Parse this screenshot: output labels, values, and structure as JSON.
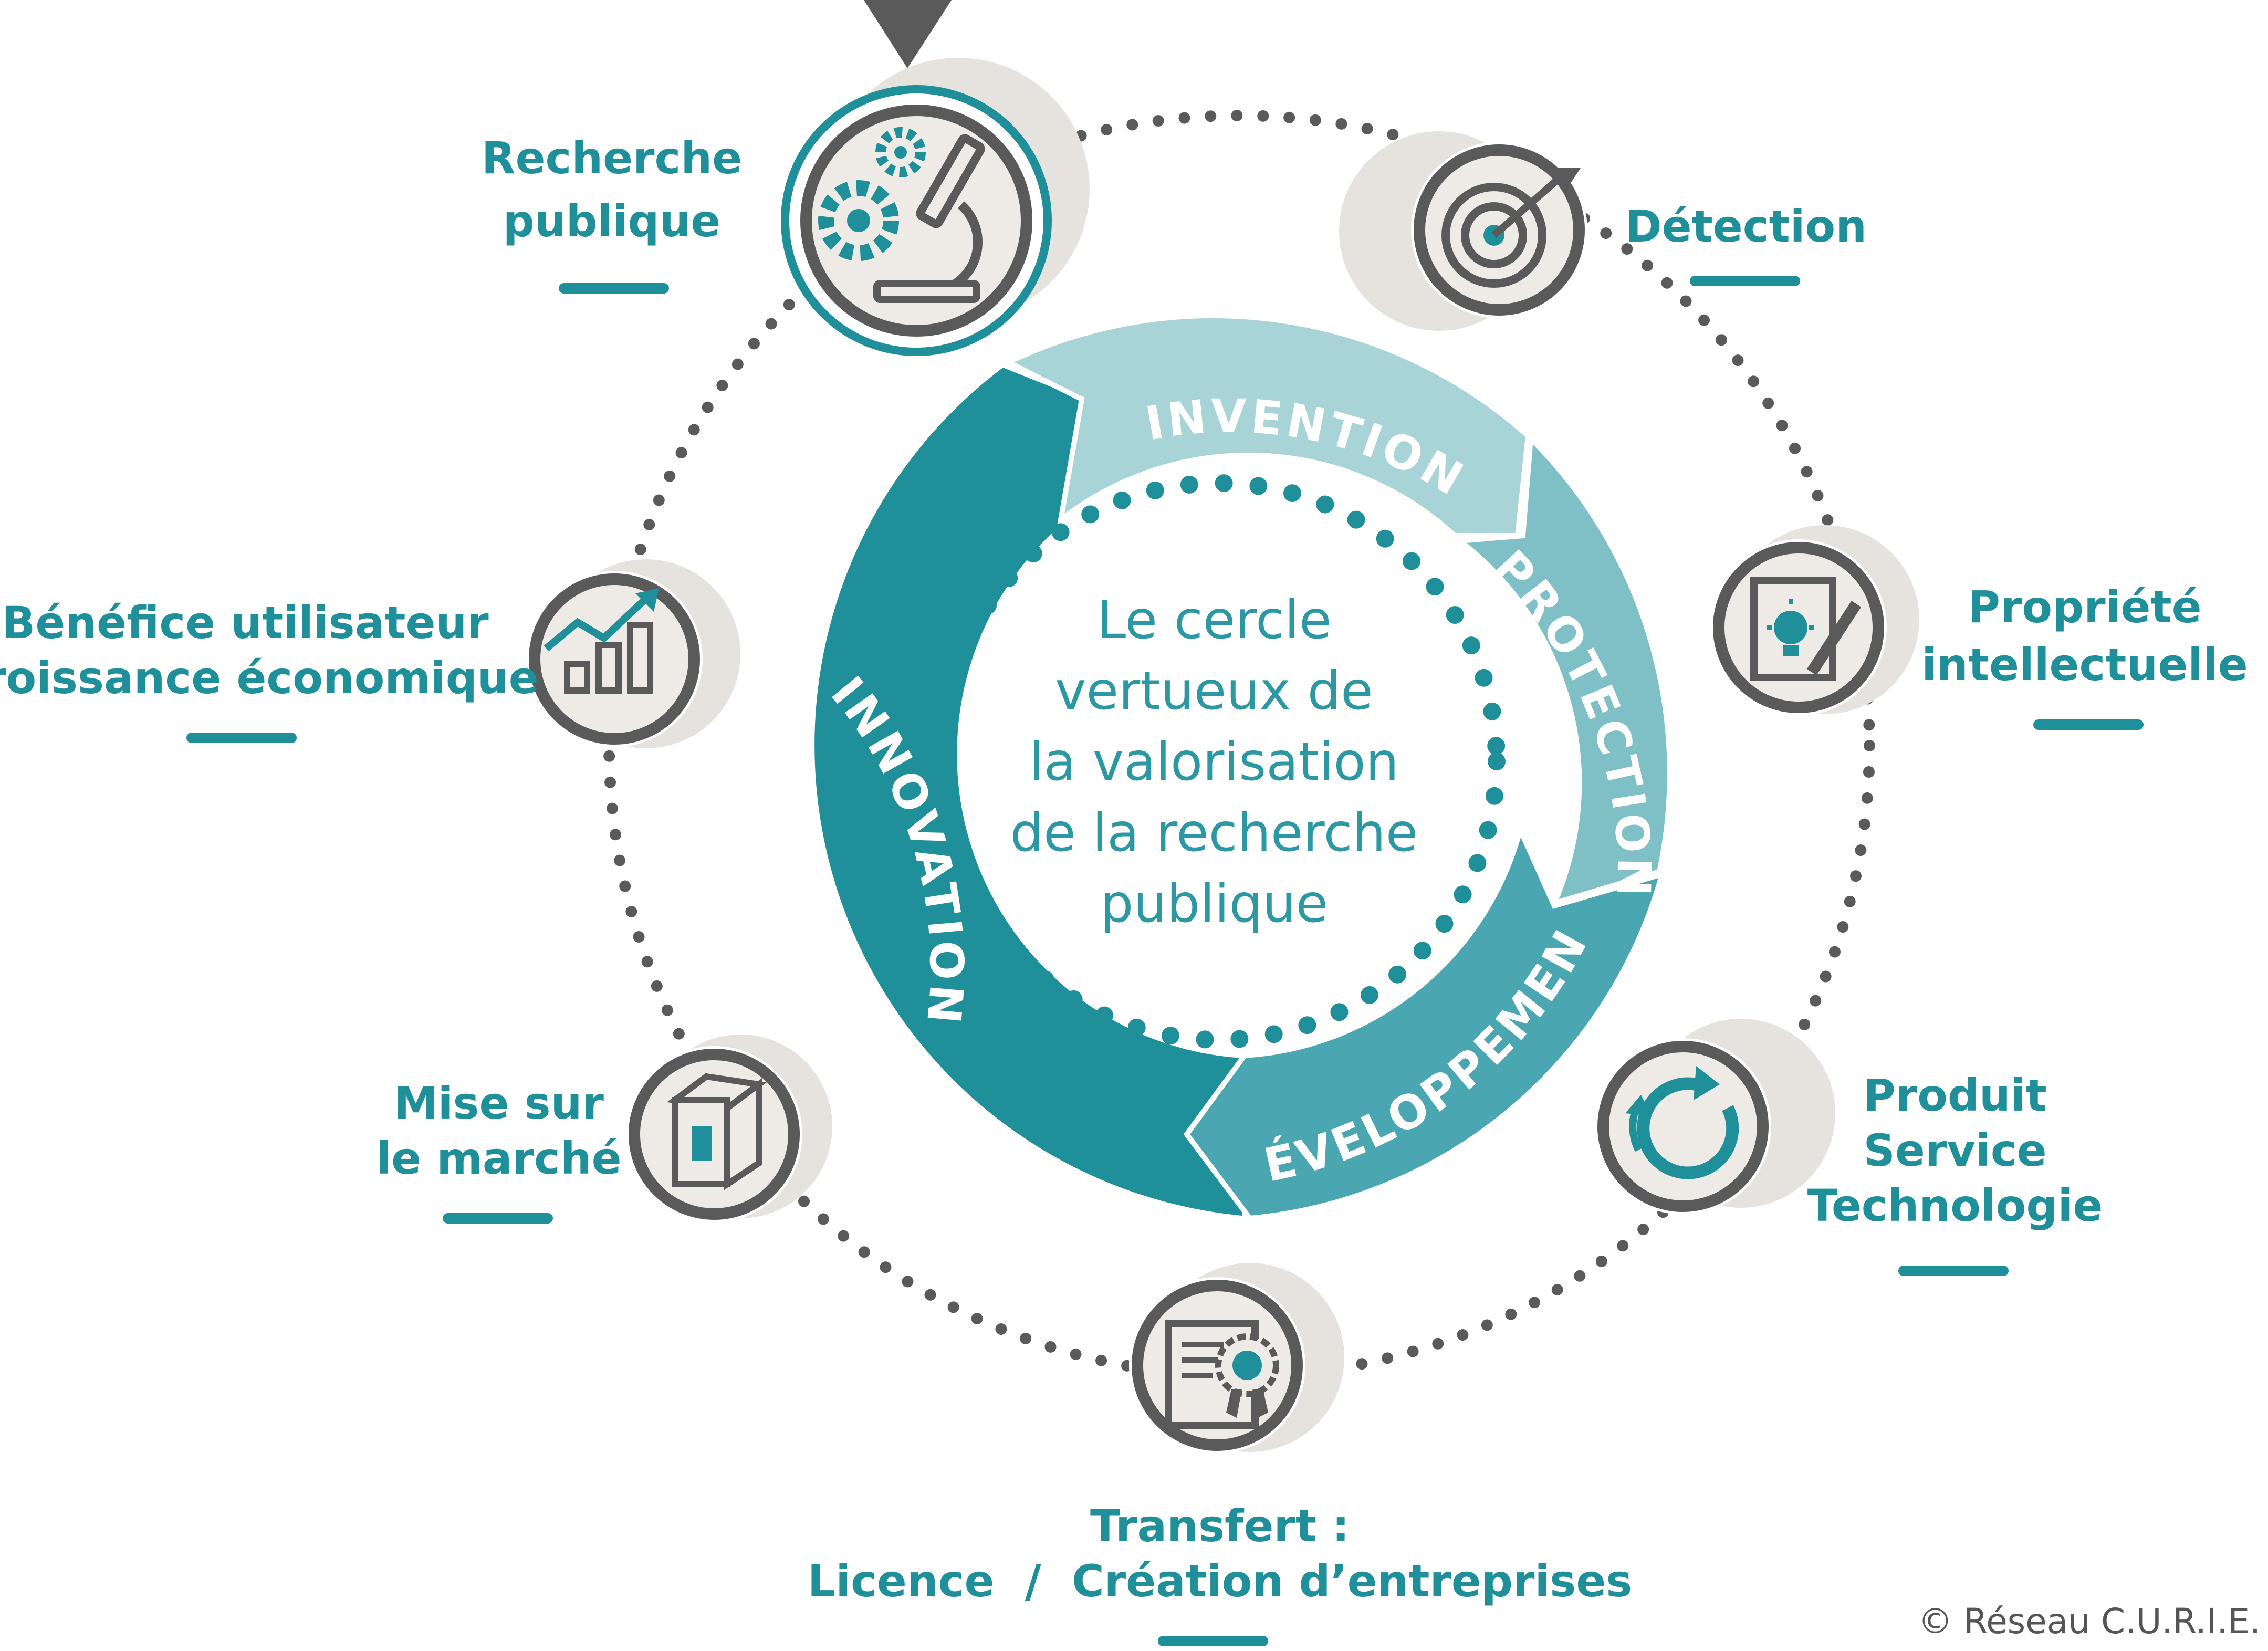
{
  "center": {
    "lines": [
      "Le cercle",
      "vertueux de",
      "la valorisation",
      "de la recherche",
      "publique"
    ]
  },
  "ring": {
    "invention": "INVENTION",
    "protection": "PROTECTION",
    "developpement": "DÉVELOPPEMENT",
    "innovation": "INNOVATION"
  },
  "steps": {
    "recherche": {
      "lines": [
        "Recherche",
        "publique"
      ],
      "icon": "microscope-gears-icon"
    },
    "detection": {
      "lines": [
        "Détection"
      ],
      "icon": "target-arrow-icon"
    },
    "propriete": {
      "lines": [
        "Propriété",
        "intellectuelle"
      ],
      "icon": "patent-document-icon"
    },
    "produit": {
      "lines": [
        "Produit",
        "Service",
        "Technologie"
      ],
      "icon": "refresh-cycle-icon"
    },
    "transfert": {
      "lines": [
        "Transfert :",
        "Licence  /  Création d’entreprises"
      ],
      "icon": "certificate-icon"
    },
    "marche": {
      "lines": [
        "Mise sur",
        "le marché"
      ],
      "icon": "product-box-icon"
    },
    "benefice": {
      "lines": [
        "Bénéfice utilisateur",
        "Croissance économique"
      ],
      "icon": "growth-chart-icon"
    }
  },
  "credit": "© Réseau C.U.R.I.E.",
  "colors": {
    "teal_dark": "#1f8f9a",
    "teal_mid": "#4aa6b0",
    "teal_soft": "#7fbfc6",
    "teal_light": "#a8d4d8",
    "gray_dark": "#5a5a5a",
    "icon_fill": "#eeebe6"
  }
}
